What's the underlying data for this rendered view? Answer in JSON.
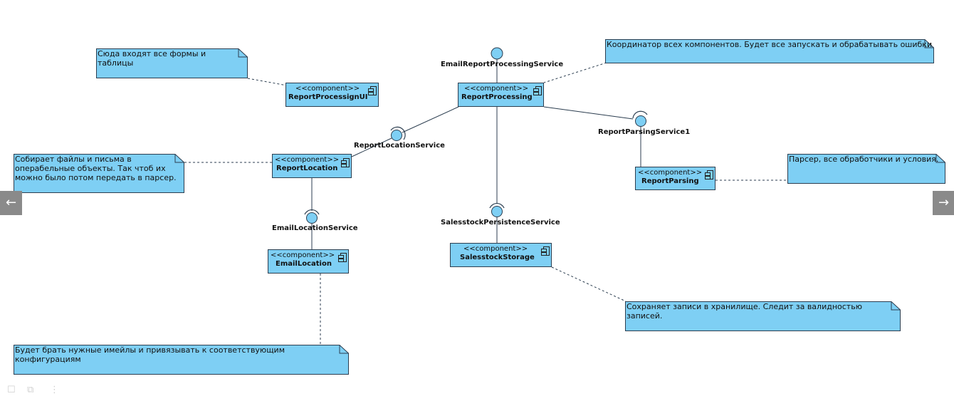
{
  "components": {
    "reportProcessingUI": {
      "stereotype": "<<component>>",
      "name": "ReportProcessignUI"
    },
    "reportProcessing": {
      "stereotype": "<<component>>",
      "name": "ReportProcessing"
    },
    "reportLocation": {
      "stereotype": "<<component>>",
      "name": "ReportLocation"
    },
    "reportParsing": {
      "stereotype": "<<component>>",
      "name": "ReportParsing"
    },
    "emailLocation": {
      "stereotype": "<<component>>",
      "name": "EmailLocation"
    },
    "salesstockStorage": {
      "stereotype": "<<component>>",
      "name": "SalesstockStorage"
    }
  },
  "interfaces": {
    "emailReportProcessingService": "EmailReportProcessingService",
    "reportLocationService": "ReportLocationService",
    "reportParsingService1": "ReportParsingService1",
    "emailLocationService": "EmailLocationService",
    "salesstockPersistenceService": "SalesstockPersistenceService"
  },
  "notes": {
    "ui": "Сюда входят все формы и\nтаблицы",
    "coordinator": "Координатор всех компонентов. Будет все запускать и обрабатывать ошибки",
    "location": "Собирает файлы и письма в\nоперабельные объекты. Так чтоб их\nможно было потом передать в парсер.",
    "parser": "Парсер, все обработчики и условия.",
    "storage": "Сохраняет записи в хранилище. Следит за валидностью\nзаписей.",
    "email": "Будет брать нужные имейлы и привязывать к соответствующим\nконфигурациям"
  },
  "nav": {
    "prev": "←",
    "next": "→"
  },
  "colors": {
    "fill": "#7ecff4",
    "stroke": "#2c3e50"
  }
}
